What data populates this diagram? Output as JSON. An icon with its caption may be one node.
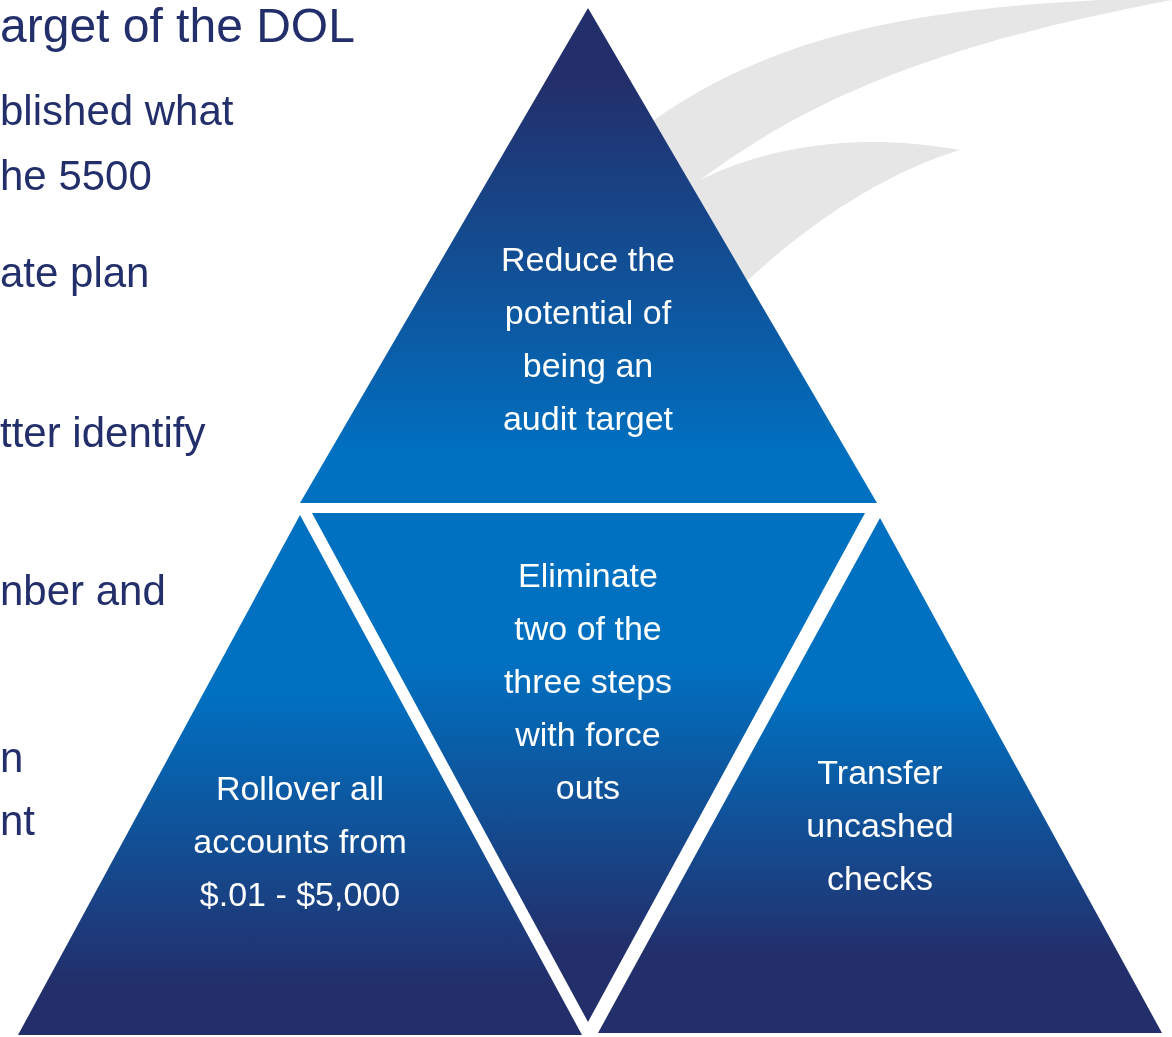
{
  "diagram": {
    "nodes": [
      {
        "text": [
          "Reduce the potential of being an audit target"
        ]
      },
      {
        "text": [
          "Rollover all accounts from $.01 - $5,000"
        ]
      },
      {
        "text": [
          "Eliminate two of the three steps with force outs"
        ]
      },
      {
        "text": [
          "Transfer uncashed checks"
        ]
      }
    ],
    "labels": [
      "arget of the DOL",
      "blished what",
      "he 5500",
      "ate plan",
      "tter identify",
      "nber and",
      "n",
      "nt"
    ]
  }
}
